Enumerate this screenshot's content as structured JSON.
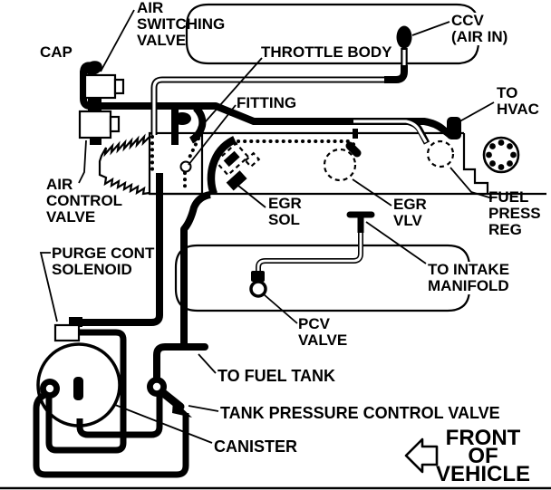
{
  "diagram": {
    "type": "engine-vacuum-hose-routing-diagram",
    "colors": {
      "line": "#000000",
      "background": "#ffffff"
    },
    "labels": {
      "cap": {
        "text": "CAP"
      },
      "air_switching_valve": {
        "text": "AIR\nSWITCHING\nVALVE"
      },
      "throttle_body": {
        "text": "THROTTLE BODY"
      },
      "ccv_air_in": {
        "text": "CCV\n(AIR IN)"
      },
      "fitting": {
        "text": "FITTING"
      },
      "to_hvac": {
        "text": "TO\nHVAC"
      },
      "air_control_valve": {
        "text": "AIR\nCONTROL\nVALVE"
      },
      "egr_sol": {
        "text": "EGR\nSOL"
      },
      "egr_vlv": {
        "text": "EGR\nVLV"
      },
      "fuel_press_reg": {
        "text": "FUEL\nPRESS\nREG"
      },
      "purge_cont_solenoid": {
        "text": "PURGE CONT\nSOLENOID"
      },
      "to_intake_manifold": {
        "text": "TO INTAKE\nMANIFOLD"
      },
      "pcv_valve": {
        "text": "PCV\nVALVE"
      },
      "to_fuel_tank": {
        "text": "TO FUEL TANK"
      },
      "tank_pressure_control_valve": {
        "text": "TANK PRESSURE CONTROL VALVE"
      },
      "canister": {
        "text": "CANISTER"
      },
      "front_of_vehicle": {
        "text": "FRONT\nOF\nVEHICLE"
      }
    }
  }
}
